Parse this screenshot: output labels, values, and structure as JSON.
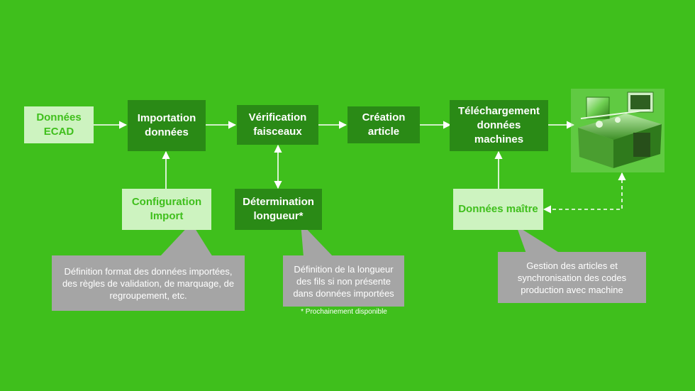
{
  "boxes": {
    "ecad": "Données ECAD",
    "import": "Importation données",
    "verification": "Vérification faisceaux",
    "creation": "Création article",
    "telechargement": "Téléchargement données machines",
    "config": "Configuration Import",
    "determination": "Détermination longueur*",
    "donnees_maitre": "Données maître"
  },
  "callouts": {
    "config": "Définition format des données importées, des règles de validation, de marquage, de regroupement, etc.",
    "determination": "Définition de la longueur des fils si non présente dans données importées",
    "maitre": "Gestion des articles et synchronisation des codes production avec machine"
  },
  "footnote": "*  Prochainement disponible",
  "colors": {
    "background": "#3fbf1c",
    "dark_box": "#2a8a16",
    "light_box": "#cdf3c0",
    "callout": "#a5a5a5"
  }
}
